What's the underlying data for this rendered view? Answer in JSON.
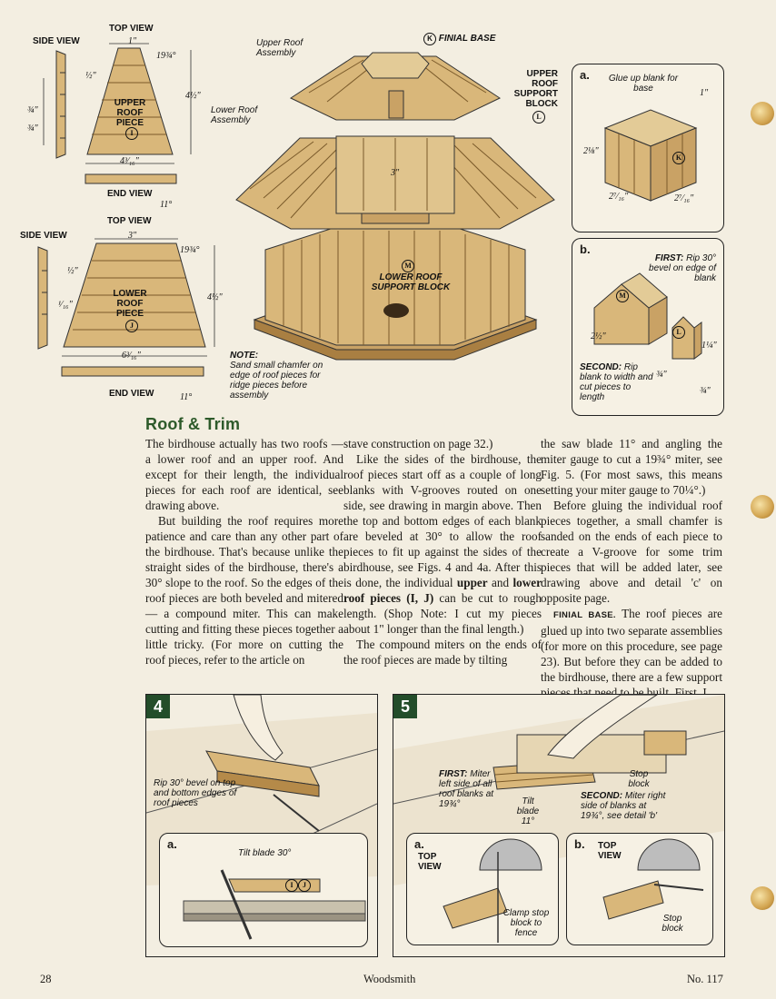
{
  "drawing": {
    "upper_side_view": "SIDE VIEW",
    "upper_top_view": "TOP VIEW",
    "upper_top_dim": "1\"",
    "upper_angle": "19¾°",
    "upper_height": "4½\"",
    "upper_half": "½\"",
    "upper_three_q_a": "¾\"",
    "upper_three_q_b": "¾\"",
    "upper_piece_label": "UPPER ROOF PIECE",
    "upper_piece_mark": "I",
    "upper_bottom_dim": "4³⁄₁₆\"",
    "upper_end_view": "END VIEW",
    "upper_end_angle": "11°",
    "lower_side_view": "SIDE VIEW",
    "lower_top_view": "TOP VIEW",
    "lower_top_dim": "3\"",
    "lower_angle": "19¾°",
    "lower_height": "4½\"",
    "lower_half": "½\"",
    "lower_sixteenth": "¹⁄₁₆\"",
    "lower_piece_label": "LOWER ROOF PIECE",
    "lower_piece_mark": "J",
    "lower_bottom_dim": "6³⁄₁₆\"",
    "lower_end_view": "END VIEW",
    "lower_end_angle": "11°",
    "upper_roof_assembly": "Upper Roof Assembly",
    "lower_roof_assembly": "Lower Roof Assembly",
    "finial_base": "FINIAL BASE",
    "finial_mark": "K",
    "upper_support_block": "UPPER ROOF SUPPORT BLOCK",
    "upper_support_mark": "L",
    "center_dim": "3\"",
    "lower_support_mark": "M",
    "lower_support_block": "LOWER ROOF SUPPORT BLOCK",
    "note_head": "NOTE:",
    "note_text": "Sand small chamfer on edge of roof pieces for ridge pieces before assembly"
  },
  "detail_a": {
    "tag": "a.",
    "glue_label": "Glue up blank for base",
    "dim_top": "1\"",
    "dim_height": "2⅛\"",
    "dim_left": "2⁷⁄₁₆\"",
    "dim_right": "2⁷⁄₁₆\"",
    "mark": "K"
  },
  "detail_b": {
    "tag": "b.",
    "first_head": "FIRST:",
    "first_text": "Rip 30° bevel on edge of blank",
    "mark_m": "M",
    "mark_l": "L",
    "dim_a": "2½\"",
    "dim_b": "1¼\"",
    "dim_c": "¾\"",
    "dim_d": "¾\"",
    "second_head": "SECOND:",
    "second_text": "Rip blank to width and cut pieces to length"
  },
  "article": {
    "heading": "Roof & Trim",
    "col1": [
      "The birdhouse actually has two roofs — a lower roof and an upper roof. And except for their length, the individual pieces for each roof are identical, see drawing above.",
      "But building the roof requires more patience and care than any other part of the birdhouse. That's because unlike the straight sides of the birdhouse, there's a 30° slope to the roof. So the edges of the roof pieces are both beveled and mitered — a compound miter. This can make cutting and fitting these pieces together a little tricky. (For more on cutting the roof pieces, refer to the article on"
    ],
    "col2_p1": "stave construction on page 32.)",
    "col2_p2_a": "Like the sides of the birdhouse, the roof pieces start off as a couple of long blanks with V-grooves routed on one side, see drawing in margin above. Then the top and bottom edges of each blank are beveled at 30° to allow the roof pieces to fit up against the sides of the birdhouse, see Figs. 4 and 4a. After this is done, the individual ",
    "col2_upper": "upper",
    "col2_and": " and ",
    "col2_lower": "lower roof pieces (I, J)",
    "col2_p2_b": " can be cut to rough length. (Shop Note: I cut my pieces about 1\" longer than the final length.)",
    "col2_p3": "The compound miters on the ends of the roof pieces are made by tilting",
    "col3_p1": "the saw blade 11° and angling the miter gauge to cut a 19¾° miter, see Fig. 5. (For most saws, this means setting your miter gauge to 70¼°.)",
    "col3_p2": "Before gluing the individual roof pieces together, a small chamfer is sanded on the ends of each piece to create a V-groove for some trim pieces that will be added later, see drawing above and detail 'c' on opposite page.",
    "col3_runin": "FINIAL BASE.",
    "col3_p3": " The roof pieces are glued up into two separate assemblies (for more on this procedure, see page 23). But before they can be added to the birdhouse, there are a few support pieces that need to be built. First, I"
  },
  "fig4": {
    "number": "4",
    "rip_label": "Rip 30° bevel on top and bottom edges of roof pieces",
    "inset_tag": "a.",
    "tilt_label": "Tilt blade 30°",
    "mark_i": "I",
    "mark_j": "J"
  },
  "fig5": {
    "number": "5",
    "first_head": "FIRST:",
    "first_text": "Miter left side of all roof blanks at 19¾°",
    "tilt_label": "Tilt blade 11°",
    "stop_label": "Stop block",
    "second_head": "SECOND:",
    "second_text": "Miter right side of blanks at 19¾°, see detail 'b'",
    "inset_a_tag": "a.",
    "inset_a_view": "TOP VIEW",
    "clamp_label": "Clamp stop block to fence",
    "inset_b_tag": "b.",
    "inset_b_view": "TOP VIEW",
    "stop_label_b": "Stop block"
  },
  "footer": {
    "page": "28",
    "magazine": "Woodsmith",
    "issue": "No. 117"
  },
  "colors": {
    "wood": "#d9b77a",
    "wood_dark": "#b58a49",
    "heading_green": "#2d5a2a",
    "fig_green": "#234d2a"
  }
}
